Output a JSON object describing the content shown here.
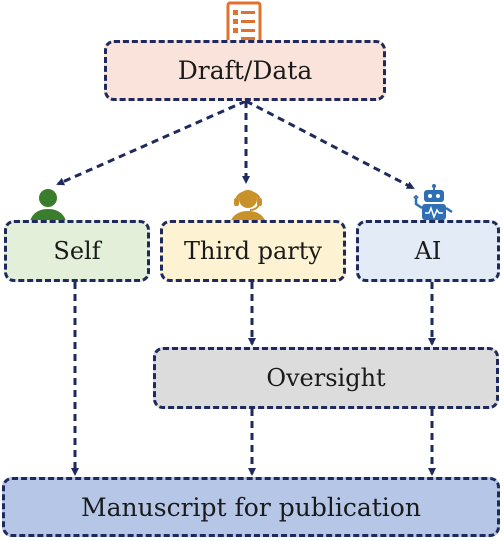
{
  "diagram": {
    "nodes": {
      "draft": {
        "label": "Draft/Data",
        "fill": "#fae3da"
      },
      "self": {
        "label": "Self",
        "fill": "#e4efd9"
      },
      "third_party": {
        "label": "Third party",
        "fill": "#fdf3d3"
      },
      "ai": {
        "label": "AI",
        "fill": "#e2ebf6"
      },
      "oversight": {
        "label": "Oversight",
        "fill": "#dcdcdc"
      },
      "manuscript": {
        "label": "Manuscript for publication",
        "fill": "#b5c6e6"
      }
    },
    "edges": [
      {
        "from": "draft",
        "to": "self"
      },
      {
        "from": "draft",
        "to": "third_party"
      },
      {
        "from": "draft",
        "to": "ai"
      },
      {
        "from": "self",
        "to": "manuscript"
      },
      {
        "from": "third_party",
        "to": "oversight"
      },
      {
        "from": "ai",
        "to": "oversight"
      },
      {
        "from": "oversight",
        "to": "manuscript"
      }
    ],
    "icons": {
      "document": {
        "name": "document-icon",
        "color": "#e0722f"
      },
      "person": {
        "name": "person-icon",
        "color": "#3a7d2c"
      },
      "headset": {
        "name": "headset-person-icon",
        "color": "#c8912a"
      },
      "robot": {
        "name": "robot-icon",
        "color": "#2f6fb5"
      }
    },
    "arrow_color": "#1e2a5e"
  }
}
